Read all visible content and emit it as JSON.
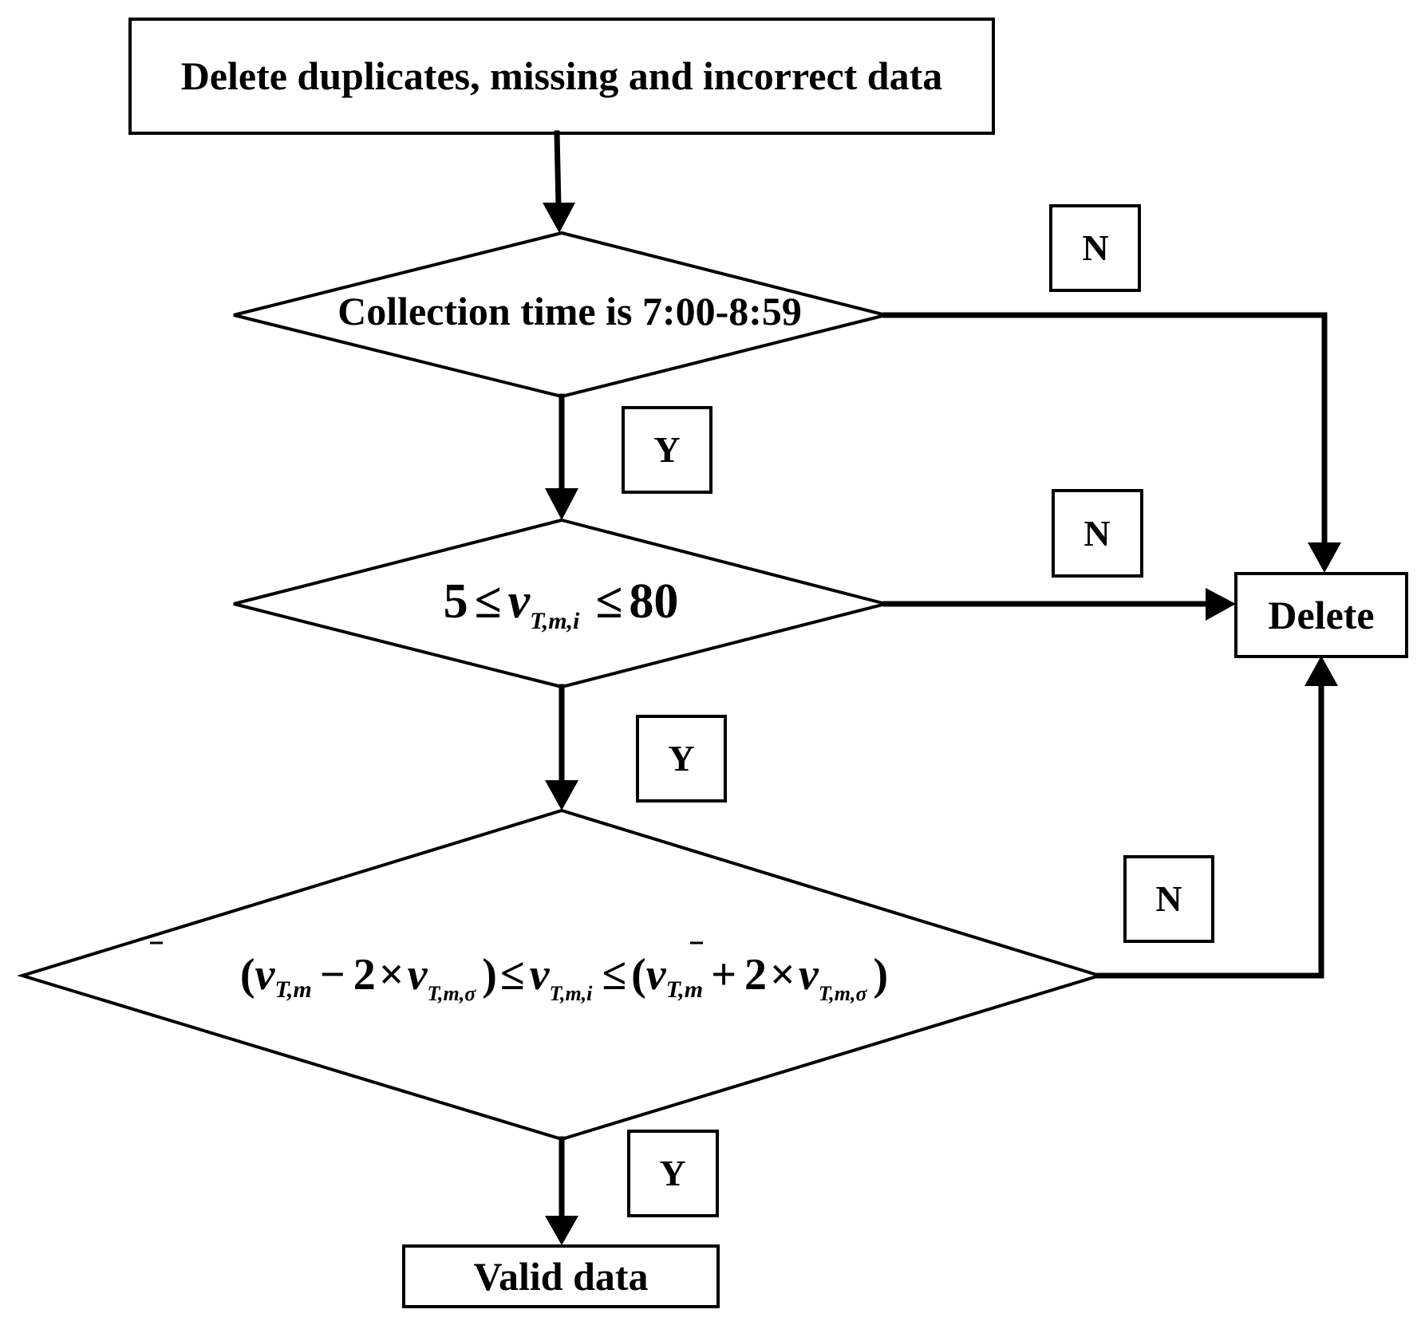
{
  "nodes": {
    "start": "Delete duplicates, missing and incorrect data",
    "time_check": "Collection time is 7:00-8:59",
    "speed_range": {
      "low": "5",
      "le1": "≤",
      "var": "v",
      "sub": "T,m,i",
      "le2": "≤",
      "high": "80"
    },
    "deviation_check": {
      "lparen1": "(",
      "mean1": "v",
      "mean1_sub": "T,m",
      "minus": "−",
      "two1": "2",
      "times1": "×",
      "sd1": "v",
      "sd1_sub": "T,m,σ",
      "rparen1": ")",
      "le1": "≤",
      "var": "v",
      "var_sub": "T,m,i",
      "le2": "≤",
      "lparen2": "(",
      "mean2": "v",
      "mean2_sub": "T,m",
      "plus": "+",
      "two2": "2",
      "times2": "×",
      "sd2": "v",
      "sd2_sub": "T,m,σ",
      "rparen2": ")"
    },
    "delete": "Delete",
    "valid": "Valid data"
  },
  "labels": {
    "n_time": "N",
    "y_time": "Y",
    "n_speed": "N",
    "y_speed": "Y",
    "n_dev": "N",
    "y_dev": "Y"
  }
}
